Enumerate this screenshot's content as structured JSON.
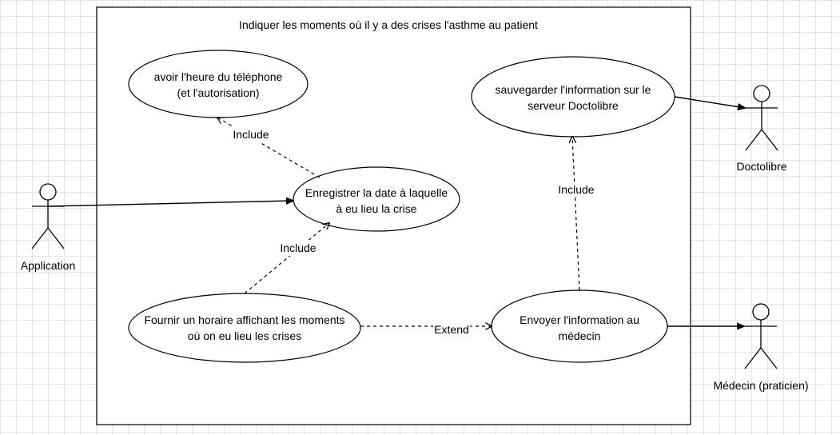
{
  "system": {
    "title": "Indiquer les moments où il y a des crises l'asthme au patient"
  },
  "use_cases": {
    "heure": [
      "avoir l'heure du téléphone",
      "(et l'autorisation)"
    ],
    "enregistrer": [
      "Enregistrer la date à laquelle",
      "à eu lieu la crise"
    ],
    "sauvegarder": [
      "sauvegarder l'information sur le",
      "serveur Doctolibre"
    ],
    "fournir": [
      "Fournir un horaire affichant les moments",
      "où on eu lieu les crises"
    ],
    "envoyer": [
      "Envoyer l'information au",
      "médecin"
    ]
  },
  "actors": {
    "application": "Application",
    "doctolibre": "Doctolibre",
    "medecin": "Médecin (praticien)"
  },
  "relations": {
    "include_heure": "Include",
    "include_enregistrer": "Include",
    "include_sauvegarder": "Include",
    "extend_envoyer": "Extend"
  },
  "colors": {
    "stroke": "#000000",
    "background": "#ffffff",
    "grid": "#e6e6e6"
  }
}
